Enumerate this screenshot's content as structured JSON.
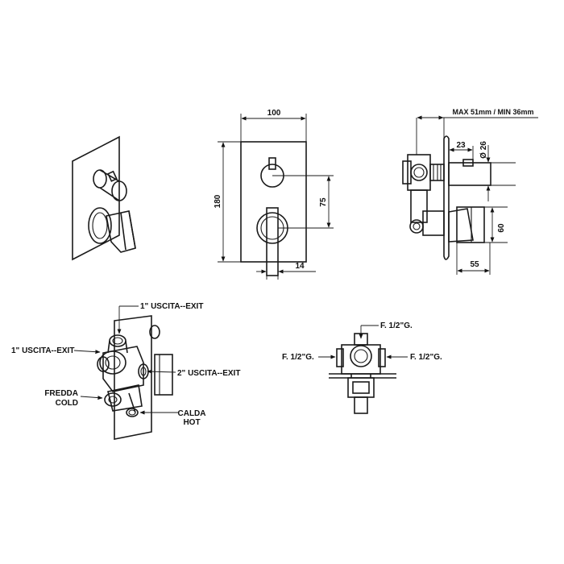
{
  "dimensions": {
    "width_100": "100",
    "height_180": "180",
    "spacing_75": "75",
    "offset_14": "14",
    "depth_range": "MAX 51mm / MIN 36mm",
    "depth_23": "23",
    "diameter_26": "Ø 26",
    "height_60": "60",
    "depth_55": "55"
  },
  "labels": {
    "exit_top": "1\" USCITA--EXIT",
    "exit_left": "1\" USCITA--EXIT",
    "exit_right": "2\" USCITA--EXIT",
    "cold_it": "FREDDA",
    "cold_en": "COLD",
    "hot_it": "CALDA",
    "hot_en": "HOT",
    "thread_top": "F. 1/2\"G.",
    "thread_left": "F. 1/2\"G.",
    "thread_right": "F. 1/2\"G."
  }
}
